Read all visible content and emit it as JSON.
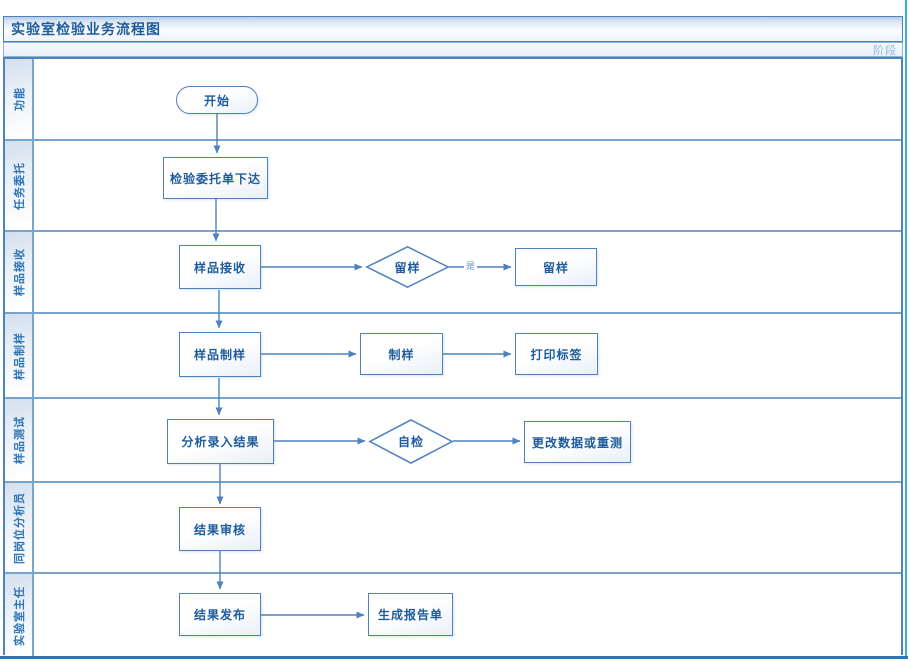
{
  "page": {
    "title": "实验室检验业务流程图",
    "phase_label": "阶段"
  },
  "lanes": [
    {
      "label": "功能"
    },
    {
      "label": "任务委托"
    },
    {
      "label": "样品接收"
    },
    {
      "label": "样品制样"
    },
    {
      "label": "样品测试"
    },
    {
      "label": "同岗位分析员"
    },
    {
      "label": "实验室主任"
    }
  ],
  "nodes": {
    "start": "开始",
    "issue_order": "检验委托单下达",
    "sample_receive": "样品接收",
    "keep_sample_decision": "留样",
    "keep_sample": "留样",
    "sample_prepare": "样品制样",
    "make_sample": "制样",
    "print_label": "打印标签",
    "analysis_input": "分析录入结果",
    "self_check": "自检",
    "change_or_retest": "更改数据或重测",
    "result_review": "结果审核",
    "result_publish": "结果发布",
    "generate_report": "生成报告单"
  },
  "edge_labels": {
    "yes": "是"
  },
  "colors": {
    "accent": "#4f81bd",
    "node_text": "#1f5c9d",
    "lane_border": "#7aa3cc",
    "page_edge_right": "#39b2d4",
    "page_edge_bottom": "#2e75b6"
  }
}
